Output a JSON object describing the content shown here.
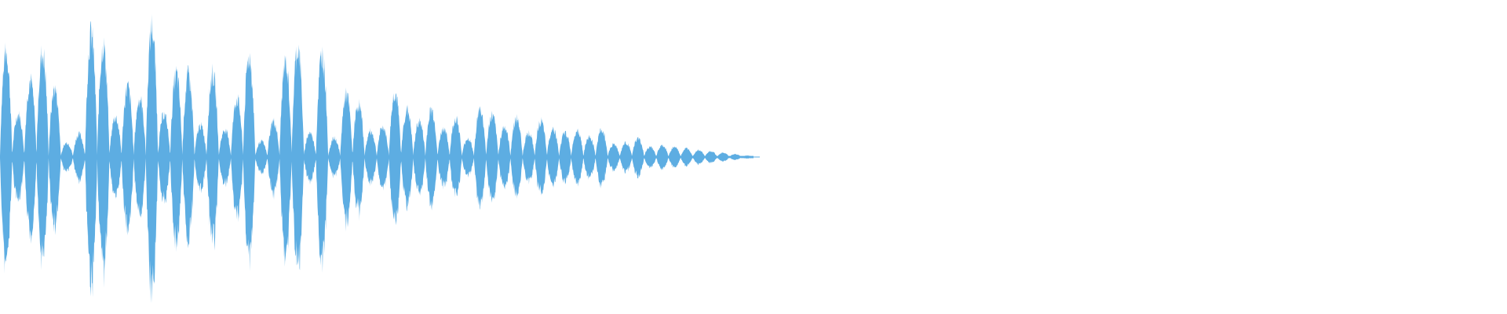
{
  "waveform": {
    "color": "#5dade2",
    "background": "#ffffff",
    "duration_fraction_with_signal": 0.5,
    "envelope_peaks": [
      0.74,
      0.3,
      0.54,
      0.73,
      0.48,
      0.1,
      0.16,
      0.86,
      0.78,
      0.28,
      0.49,
      0.41,
      0.91,
      0.3,
      0.58,
      0.57,
      0.22,
      0.58,
      0.19,
      0.41,
      0.7,
      0.11,
      0.25,
      0.66,
      0.77,
      0.17,
      0.72,
      0.13,
      0.44,
      0.37,
      0.18,
      0.21,
      0.45,
      0.33,
      0.25,
      0.33,
      0.2,
      0.27,
      0.13,
      0.33,
      0.29,
      0.21,
      0.27,
      0.17,
      0.25,
      0.2,
      0.17,
      0.19,
      0.14,
      0.19,
      0.09,
      0.1,
      0.13,
      0.07,
      0.08,
      0.07,
      0.06,
      0.05,
      0.04,
      0.03,
      0.02,
      0.01
    ]
  }
}
